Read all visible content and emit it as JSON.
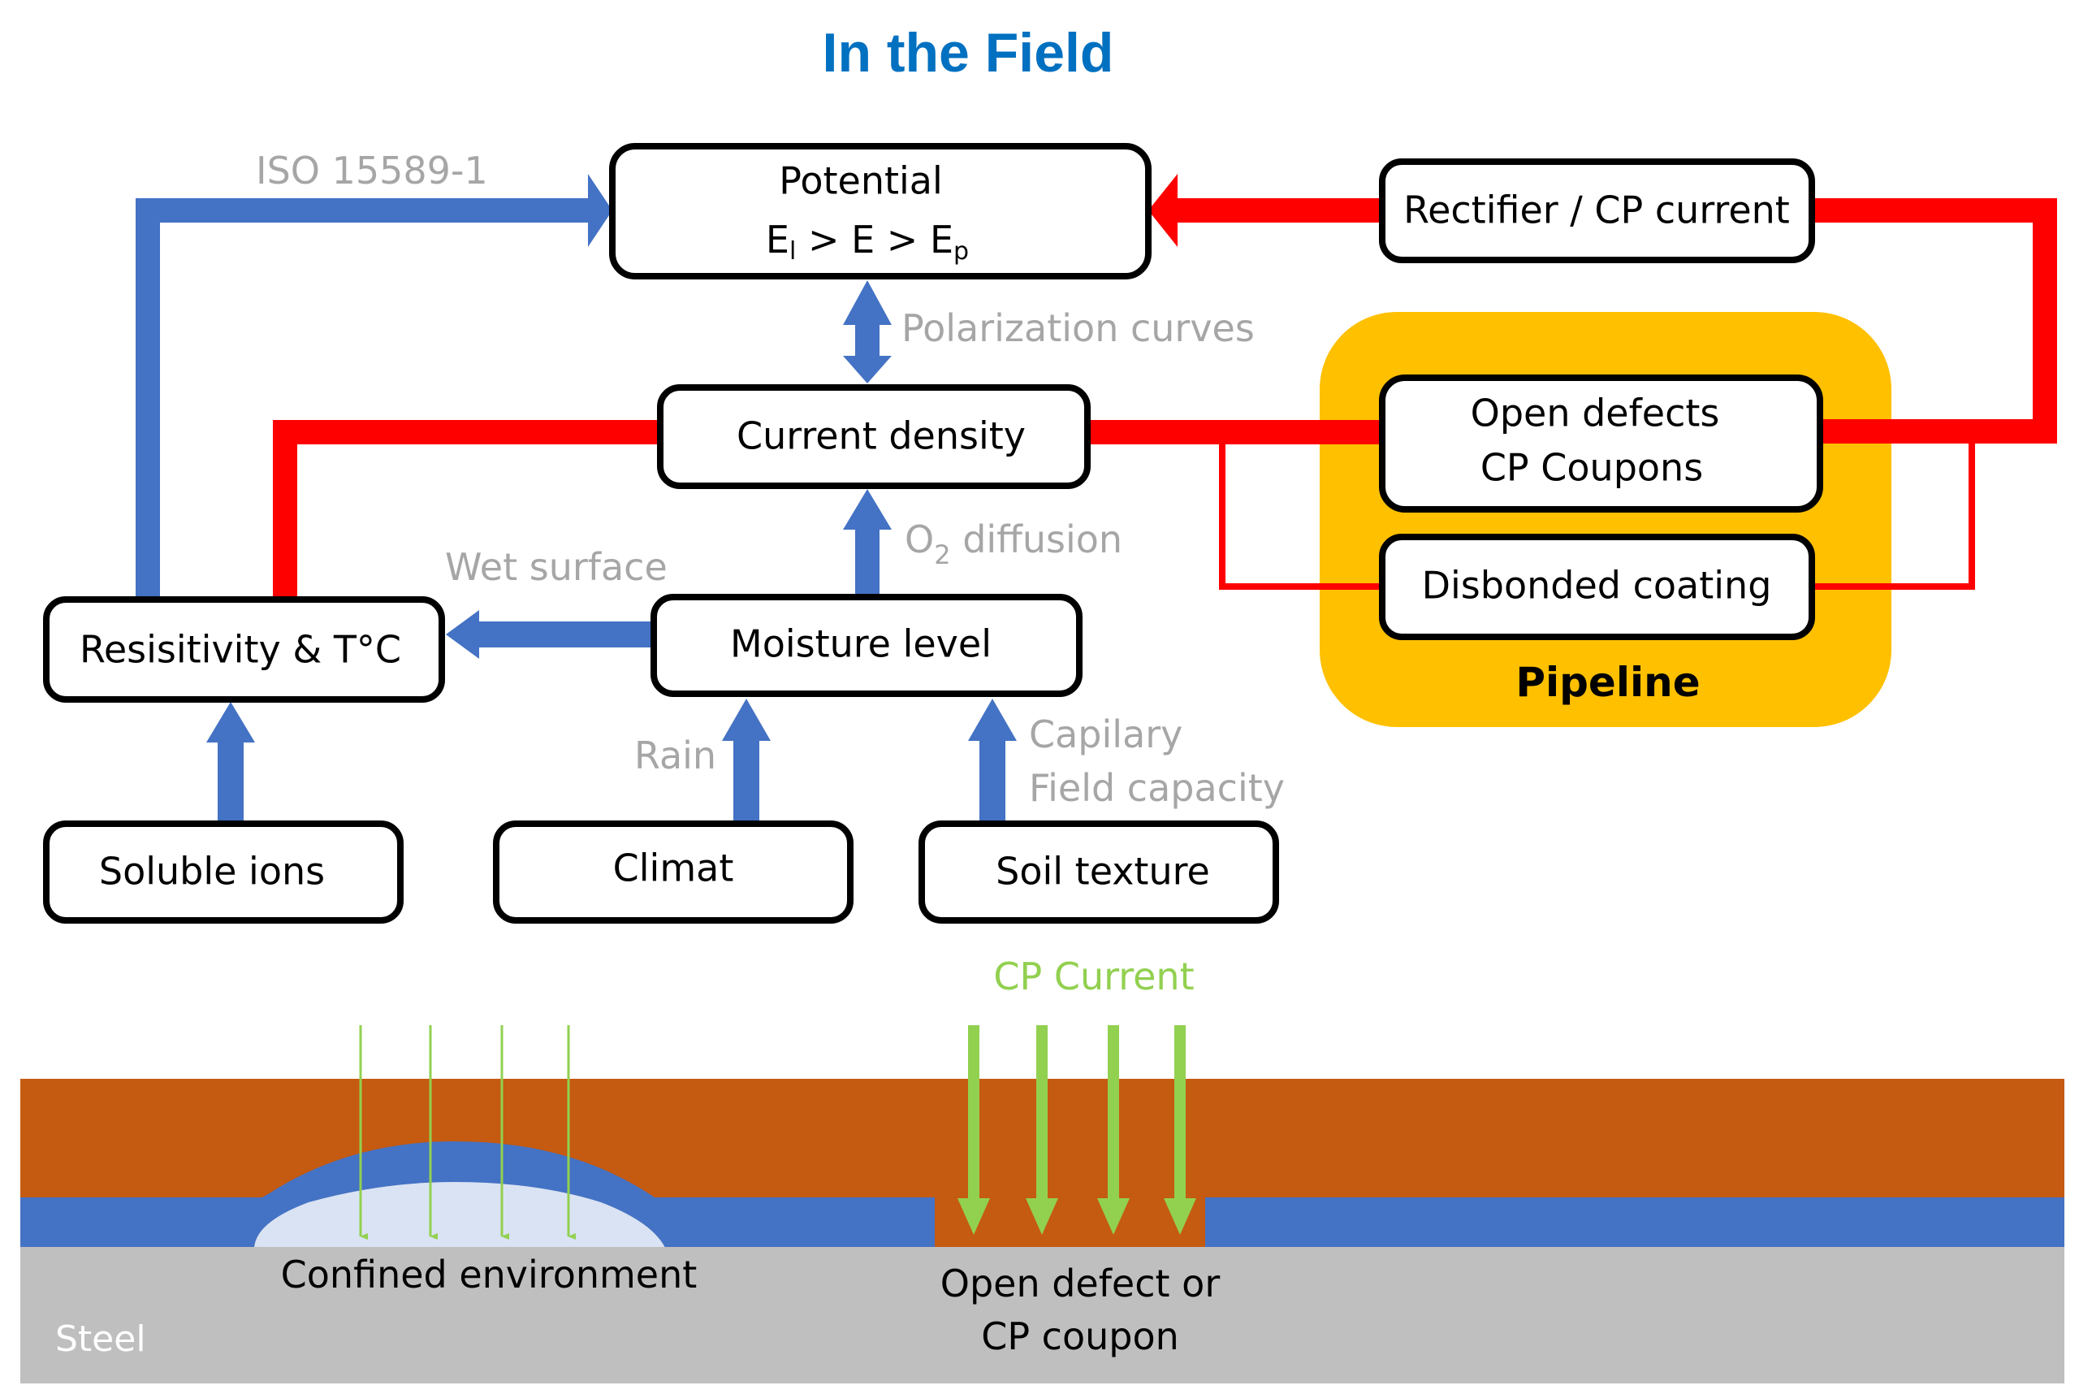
{
  "title": "In the Field",
  "colors": {
    "title": "#0070c0",
    "blue_arrow": "#4472c4",
    "red_line": "#ff0000",
    "pipeline_fill": "#ffc000",
    "soil": "#c55a11",
    "steel": "#bfbfbf",
    "coating": "#4472c4",
    "confined": "#dae3f3",
    "cp_current": "#92d050",
    "label_gray": "#a6a6a6"
  },
  "boxes": {
    "potential": {
      "line1": "Potential",
      "line2_main": "E",
      "line2_sub1": "l",
      "line2_mid": " > E > E",
      "line2_sub2": "p"
    },
    "rectifier": "Rectifier / CP current",
    "open_defects": {
      "line1": "Open defects",
      "line2": "CP Coupons"
    },
    "disbonded": "Disbonded coating",
    "current_density": "Current density",
    "resistivity": "Resisitivity & T°C",
    "moisture": "Moisture level",
    "soluble_ions": "Soluble ions",
    "climat": "Climat",
    "soil_texture": "Soil texture"
  },
  "group": {
    "pipeline": "Pipeline"
  },
  "labels": {
    "iso": "ISO 15589-1",
    "polarization": "Polarization curves",
    "o2_main": "O",
    "o2_sub": "2",
    "o2_rest": " diffusion",
    "wet_surface": "Wet surface",
    "rain": "Rain",
    "capilary": "Capilary",
    "field_capacity": "Field capacity"
  },
  "cross_section": {
    "cp_current": "CP Current",
    "confined_environment": "Confined environment",
    "open_defect_line1": "Open defect or",
    "open_defect_line2": "CP coupon",
    "steel": "Steel"
  }
}
